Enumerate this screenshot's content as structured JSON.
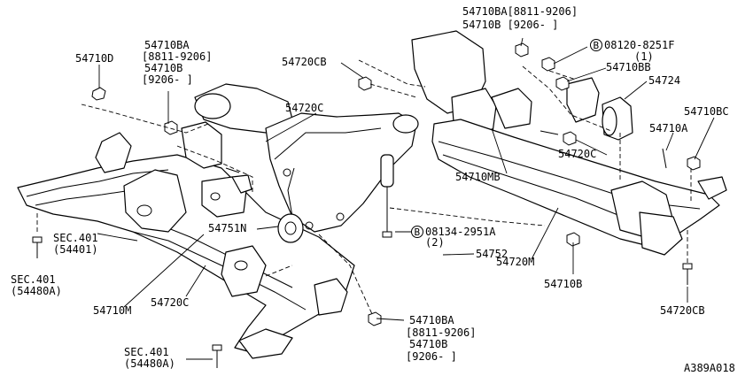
{
  "diagram": {
    "code": "A389A018",
    "labels": {
      "p54710d": "54710D",
      "p54710ba_left_1": "54710BA",
      "p54710ba_left_2": "[8811-9206]",
      "p54710b_left_1": "54710B",
      "p54710b_left_2": "[9206-    ]",
      "p54720cb_top": "54720CB",
      "p54720c_top": "54720C",
      "p54710ba_top": "54710BA[8811-9206]",
      "p54710b_top": "54710B [9206-    ]",
      "bolt_08120": "08120-8251F",
      "bolt_08120_qty": "(1)",
      "p54710bb": "54710BB",
      "p54724": "54724",
      "p54710bc": "54710BC",
      "p54710a": "54710A",
      "p54720c_right": "54720C",
      "p54710mb": "54710MB",
      "sec401_a_1": "SEC.401",
      "sec401_a_2": "(54401)",
      "sec401_b_1": "SEC.401",
      "sec401_b_2": "(54480A)",
      "p54751n": "54751N",
      "bolt_08134": "08134-2951A",
      "bolt_08134_qty": "(2)",
      "p54752": "54752",
      "p54710m": "54710M",
      "p54720c_bottom": "54720C",
      "p54710ba_bottom_1": "54710BA",
      "p54710ba_bottom_2": "[8811-9206]",
      "p54710b_bottom_1": "54710B",
      "p54710b_bottom_2": "[9206-    ]",
      "sec401_c_1": "SEC.401",
      "sec401_c_2": "(54480A)",
      "p54720m": "54720M",
      "p54710b_right": "54710B",
      "p54720cb_right": "54720CB",
      "b_symbol": "B"
    }
  }
}
